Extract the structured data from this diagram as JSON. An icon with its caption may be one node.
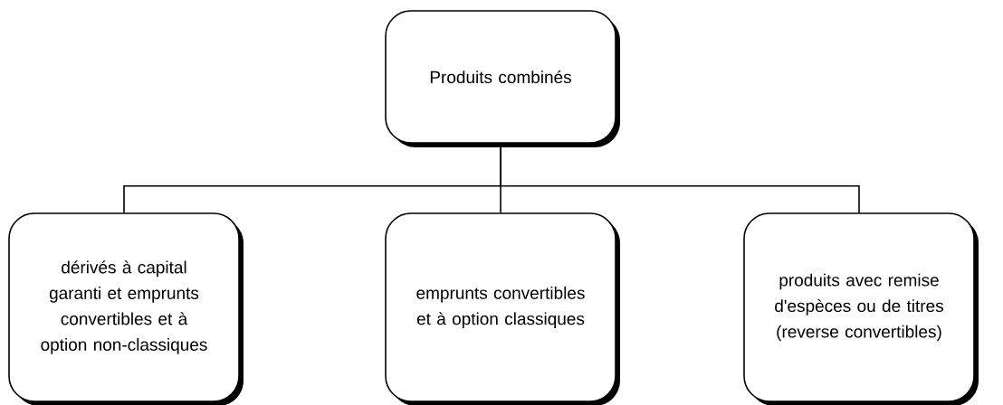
{
  "diagram": {
    "nodes": [
      {
        "text": [
          "Produits combinés"
        ]
      },
      {
        "text": [
          "dérivés à capital garanti et emprunts convertibles et à option non-classiques"
        ]
      },
      {
        "text": [
          "emprunts convertibles et à option classiques"
        ]
      },
      {
        "text": [
          "produits avec remise d'espèces ou de titres (reverse convertibles)"
        ]
      }
    ],
    "edges": [
      {
        "from": 0,
        "to": 1,
        "arrow": "none"
      },
      {
        "from": 0,
        "to": 2,
        "arrow": "none"
      },
      {
        "from": 0,
        "to": 3,
        "arrow": "none"
      }
    ]
  }
}
